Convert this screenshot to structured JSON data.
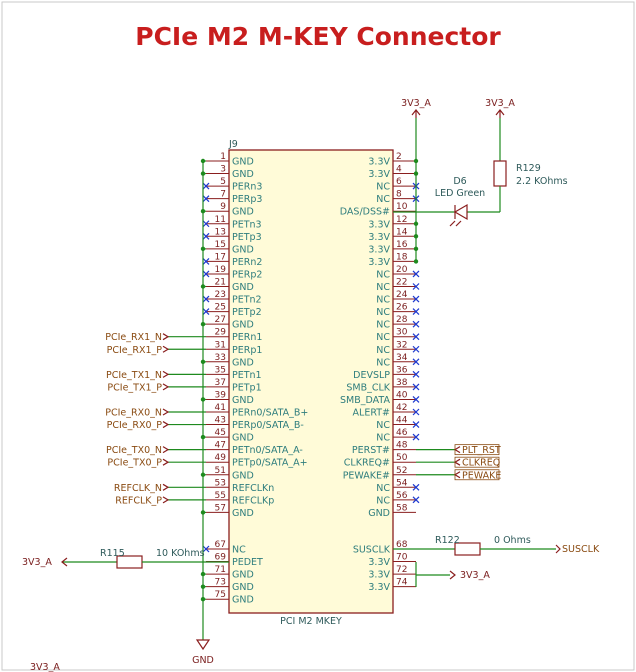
{
  "title": "PCIe M2 M-KEY Connector",
  "connector": {
    "ref": "J9",
    "value": "PCI M2 MKEY",
    "left_pins": [
      {
        "num": "1",
        "name": "GND",
        "nc": false
      },
      {
        "num": "3",
        "name": "GND",
        "nc": false
      },
      {
        "num": "5",
        "name": "PERn3",
        "nc": true
      },
      {
        "num": "7",
        "name": "PERp3",
        "nc": true
      },
      {
        "num": "9",
        "name": "GND",
        "nc": false
      },
      {
        "num": "11",
        "name": "PETn3",
        "nc": true
      },
      {
        "num": "13",
        "name": "PETp3",
        "nc": true
      },
      {
        "num": "15",
        "name": "GND",
        "nc": false
      },
      {
        "num": "17",
        "name": "PERn2",
        "nc": true
      },
      {
        "num": "19",
        "name": "PERp2",
        "nc": true
      },
      {
        "num": "21",
        "name": "GND",
        "nc": false
      },
      {
        "num": "23",
        "name": "PETn2",
        "nc": true
      },
      {
        "num": "25",
        "name": "PETp2",
        "nc": true
      },
      {
        "num": "27",
        "name": "GND",
        "nc": false
      },
      {
        "num": "29",
        "name": "PERn1",
        "nc": false,
        "net": "PCIe_RX1_N"
      },
      {
        "num": "31",
        "name": "PERp1",
        "nc": false,
        "net": "PCIe_RX1_P"
      },
      {
        "num": "33",
        "name": "GND",
        "nc": false
      },
      {
        "num": "35",
        "name": "PETn1",
        "nc": false,
        "net": "PCIe_TX1_N"
      },
      {
        "num": "37",
        "name": "PETp1",
        "nc": false,
        "net": "PCIe_TX1_P"
      },
      {
        "num": "39",
        "name": "GND",
        "nc": false
      },
      {
        "num": "41",
        "name": "PERn0/SATA_B+",
        "nc": false,
        "net": "PCIe_RX0_N"
      },
      {
        "num": "43",
        "name": "PERp0/SATA_B-",
        "nc": false,
        "net": "PCIe_RX0_P"
      },
      {
        "num": "45",
        "name": "GND",
        "nc": false
      },
      {
        "num": "47",
        "name": "PETn0/SATA_A-",
        "nc": false,
        "net": "PCIe_TX0_N"
      },
      {
        "num": "49",
        "name": "PETp0/SATA_A+",
        "nc": false,
        "net": "PCIe_TX0_P"
      },
      {
        "num": "51",
        "name": "GND",
        "nc": false
      },
      {
        "num": "53",
        "name": "REFCLKn",
        "nc": false,
        "net": "REFCLK_N"
      },
      {
        "num": "55",
        "name": "REFCLKp",
        "nc": false,
        "net": "REFCLK_P"
      },
      {
        "num": "57",
        "name": "GND",
        "nc": false
      }
    ],
    "left_pins_bottom": [
      {
        "num": "67",
        "name": "NC",
        "nc": true
      },
      {
        "num": "69",
        "name": "PEDET",
        "nc": false
      },
      {
        "num": "71",
        "name": "GND",
        "nc": false
      },
      {
        "num": "73",
        "name": "GND",
        "nc": false
      },
      {
        "num": "75",
        "name": "GND",
        "nc": false
      }
    ],
    "right_pins": [
      {
        "num": "2",
        "name": "3.3V",
        "nc": false
      },
      {
        "num": "4",
        "name": "3.3V",
        "nc": false
      },
      {
        "num": "6",
        "name": "NC",
        "nc": true
      },
      {
        "num": "8",
        "name": "NC",
        "nc": true
      },
      {
        "num": "10",
        "name": "DAS/DSS#",
        "nc": false
      },
      {
        "num": "12",
        "name": "3.3V",
        "nc": false
      },
      {
        "num": "14",
        "name": "3.3V",
        "nc": false
      },
      {
        "num": "16",
        "name": "3.3V",
        "nc": false
      },
      {
        "num": "18",
        "name": "3.3V",
        "nc": false
      },
      {
        "num": "20",
        "name": "NC",
        "nc": true
      },
      {
        "num": "22",
        "name": "NC",
        "nc": true
      },
      {
        "num": "24",
        "name": "NC",
        "nc": true
      },
      {
        "num": "26",
        "name": "NC",
        "nc": true
      },
      {
        "num": "28",
        "name": "NC",
        "nc": true
      },
      {
        "num": "30",
        "name": "NC",
        "nc": true
      },
      {
        "num": "32",
        "name": "NC",
        "nc": true
      },
      {
        "num": "34",
        "name": "NC",
        "nc": true
      },
      {
        "num": "36",
        "name": "DEVSLP",
        "nc": true
      },
      {
        "num": "38",
        "name": "SMB_CLK",
        "nc": true
      },
      {
        "num": "40",
        "name": "SMB_DATA",
        "nc": true
      },
      {
        "num": "42",
        "name": "ALERT#",
        "nc": true
      },
      {
        "num": "44",
        "name": "NC",
        "nc": true
      },
      {
        "num": "46",
        "name": "NC",
        "nc": true
      },
      {
        "num": "48",
        "name": "PERST#",
        "nc": false,
        "net": "PLT_RST"
      },
      {
        "num": "50",
        "name": "CLKREQ#",
        "nc": false,
        "net": "CLKREQ"
      },
      {
        "num": "52",
        "name": "PEWAKE#",
        "nc": false,
        "net": "PEWAKE"
      },
      {
        "num": "54",
        "name": "NC",
        "nc": true
      },
      {
        "num": "56",
        "name": "NC",
        "nc": true
      },
      {
        "num": "58",
        "name": "GND",
        "nc": false
      }
    ],
    "right_pins_bottom": [
      {
        "num": "68",
        "name": "SUSCLK",
        "nc": false
      },
      {
        "num": "70",
        "name": "3.3V",
        "nc": false
      },
      {
        "num": "72",
        "name": "3.3V",
        "nc": false
      },
      {
        "num": "74",
        "name": "3.3V",
        "nc": false
      }
    ]
  },
  "power": {
    "top_a": "3V3_A",
    "top_b": "3V3_A",
    "left": "3V3_A",
    "right": "3V3_A",
    "bottom_cut": "3V3_A",
    "gnd": "GND"
  },
  "parts": {
    "r129": {
      "ref": "R129",
      "value": "2.2 KOhms"
    },
    "d6": {
      "ref": "D6",
      "value": "LED Green"
    },
    "r115": {
      "ref": "R115",
      "value": "10 KOhms"
    },
    "r122": {
      "ref": "R122",
      "value": "0 Ohms"
    }
  },
  "nets": {
    "susclk": "SUSCLK"
  }
}
